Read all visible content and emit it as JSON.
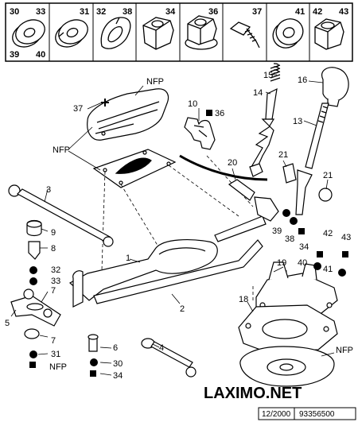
{
  "header_parts": [
    {
      "tl": "30",
      "tr": "33",
      "bl": "39",
      "br": "40",
      "icon": "flat-washer-icon"
    },
    {
      "tl": "",
      "tr": "31",
      "bl": "",
      "br": "",
      "icon": "circlip-icon"
    },
    {
      "tl": "32",
      "tr": "38",
      "bl": "",
      "br": "",
      "icon": "spring-washer-icon"
    },
    {
      "tl": "",
      "tr": "34",
      "bl": "",
      "br": "",
      "icon": "hex-nut-icon"
    },
    {
      "tl": "",
      "tr": "36",
      "bl": "",
      "br": "",
      "icon": "flange-nut-icon"
    },
    {
      "tl": "",
      "tr": "37",
      "bl": "",
      "br": "",
      "icon": "screw-icon"
    },
    {
      "tl": "",
      "tr": "41",
      "bl": "",
      "br": "",
      "icon": "cup-washer-icon"
    },
    {
      "tl": "42",
      "tr": "43",
      "bl": "",
      "br": "",
      "icon": "nylon-nut-icon"
    }
  ],
  "callouts": {
    "nfp_top": "NFP",
    "c37": "37",
    "nfp_left": "NFP",
    "c10": "10",
    "c36": "36",
    "c15": "15",
    "c14": "14",
    "c16": "16",
    "c13": "13",
    "c3": "3",
    "c20": "20",
    "c21a": "21",
    "c21b": "21",
    "c9": "9",
    "c8": "8",
    "c1": "1",
    "c39": "39",
    "c38": "38",
    "c34r": "34",
    "c42": "42",
    "c43": "43",
    "c40": "40",
    "c41": "41",
    "c19": "19",
    "c32": "32",
    "c33": "33",
    "c7a": "7",
    "c5": "5",
    "c2": "2",
    "c18": "18",
    "c7b": "7",
    "c31": "31",
    "nfp_bl": "NFP",
    "c6": "6",
    "c30": "30",
    "c34b": "34",
    "c4": "4",
    "nfp_br": "NFP"
  },
  "watermark": "LAXIMO.NET",
  "footer": {
    "date": "12/2000",
    "ref": "93356500"
  }
}
